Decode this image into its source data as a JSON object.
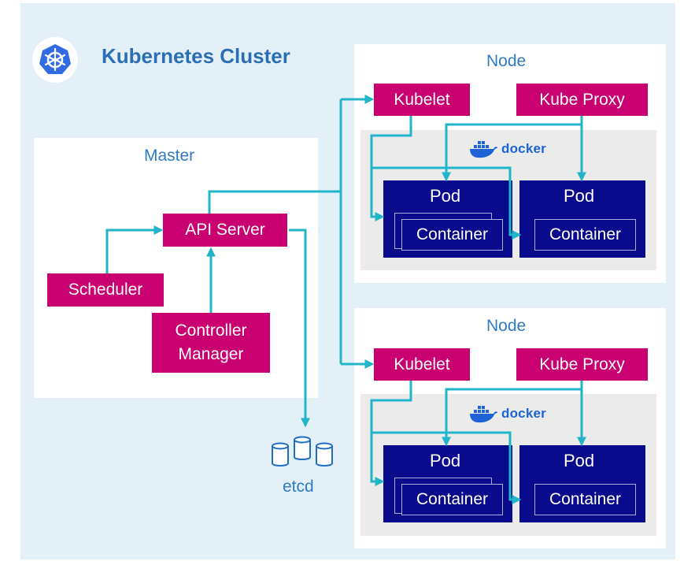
{
  "title": "Kubernetes Cluster",
  "master": {
    "title": "Master",
    "api_server": "API Server",
    "scheduler": "Scheduler",
    "controller_manager_line1": "Controller",
    "controller_manager_line2": "Manager"
  },
  "etcd": "etcd",
  "nodes": [
    {
      "title": "Node",
      "kubelet": "Kubelet",
      "kube_proxy": "Kube Proxy",
      "docker": "docker",
      "pods": [
        {
          "label": "Pod",
          "container": "Container"
        },
        {
          "label": "Pod",
          "container": "Container"
        }
      ]
    },
    {
      "title": "Node",
      "kubelet": "Kubelet",
      "kube_proxy": "Kube Proxy",
      "docker": "docker",
      "pods": [
        {
          "label": "Pod",
          "container": "Container"
        },
        {
          "label": "Pod",
          "container": "Container"
        }
      ]
    }
  ],
  "colors": {
    "background": "#e4f0f8",
    "component": "#c9006f",
    "pod": "#0a0a8c",
    "connector": "#22b5c9",
    "heading": "#2f7bc2"
  },
  "icons": [
    "kubernetes-logo-icon",
    "docker-whale-icon",
    "database-icon"
  ]
}
